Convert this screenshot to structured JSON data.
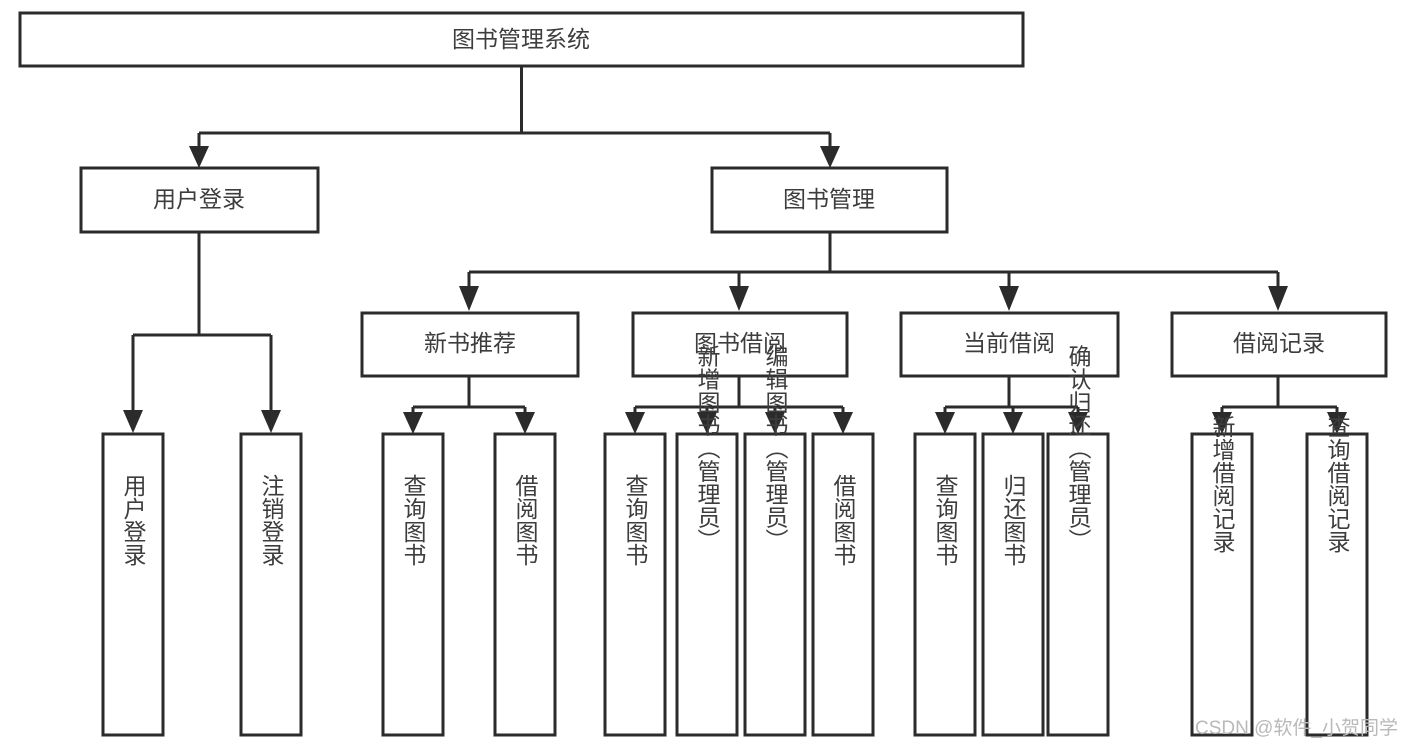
{
  "diagram": {
    "type": "tree",
    "title": "图书管理系统",
    "orientation": "top-down",
    "colors": {
      "background": "#ffffff",
      "box_fill": "#ffffff",
      "box_stroke": "#2b2b2b",
      "connector": "#2b2b2b",
      "text": "#3d3d3d",
      "watermark": "#b9b9b9"
    },
    "levels": {
      "root": {
        "label": "图书管理系统"
      },
      "level2": [
        {
          "label": "用户登录"
        },
        {
          "label": "图书管理"
        }
      ],
      "level3": [
        {
          "label": "新书推荐"
        },
        {
          "label": "图书借阅"
        },
        {
          "label": "当前借阅"
        },
        {
          "label": "借阅记录"
        }
      ],
      "leaves": {
        "user_login": [
          {
            "label": "用户登录"
          },
          {
            "label": "注销登录"
          }
        ],
        "new_book_recommend": [
          {
            "label": "查询图书"
          },
          {
            "label": "借阅图书"
          }
        ],
        "book_borrow": [
          {
            "label": "查询图书"
          },
          {
            "label": "新增图书（管理员）"
          },
          {
            "label": "编辑图书（管理员）"
          },
          {
            "label": "借阅图书"
          }
        ],
        "current_borrow": [
          {
            "label": "查询图书"
          },
          {
            "label": "归还图书"
          },
          {
            "label": "确认归还（管理员）"
          }
        ],
        "borrow_record": [
          {
            "label": "新增借阅记录"
          },
          {
            "label": "查询借阅记录"
          }
        ]
      }
    }
  },
  "watermark": {
    "text": "CSDN @软件_小贺同学"
  }
}
